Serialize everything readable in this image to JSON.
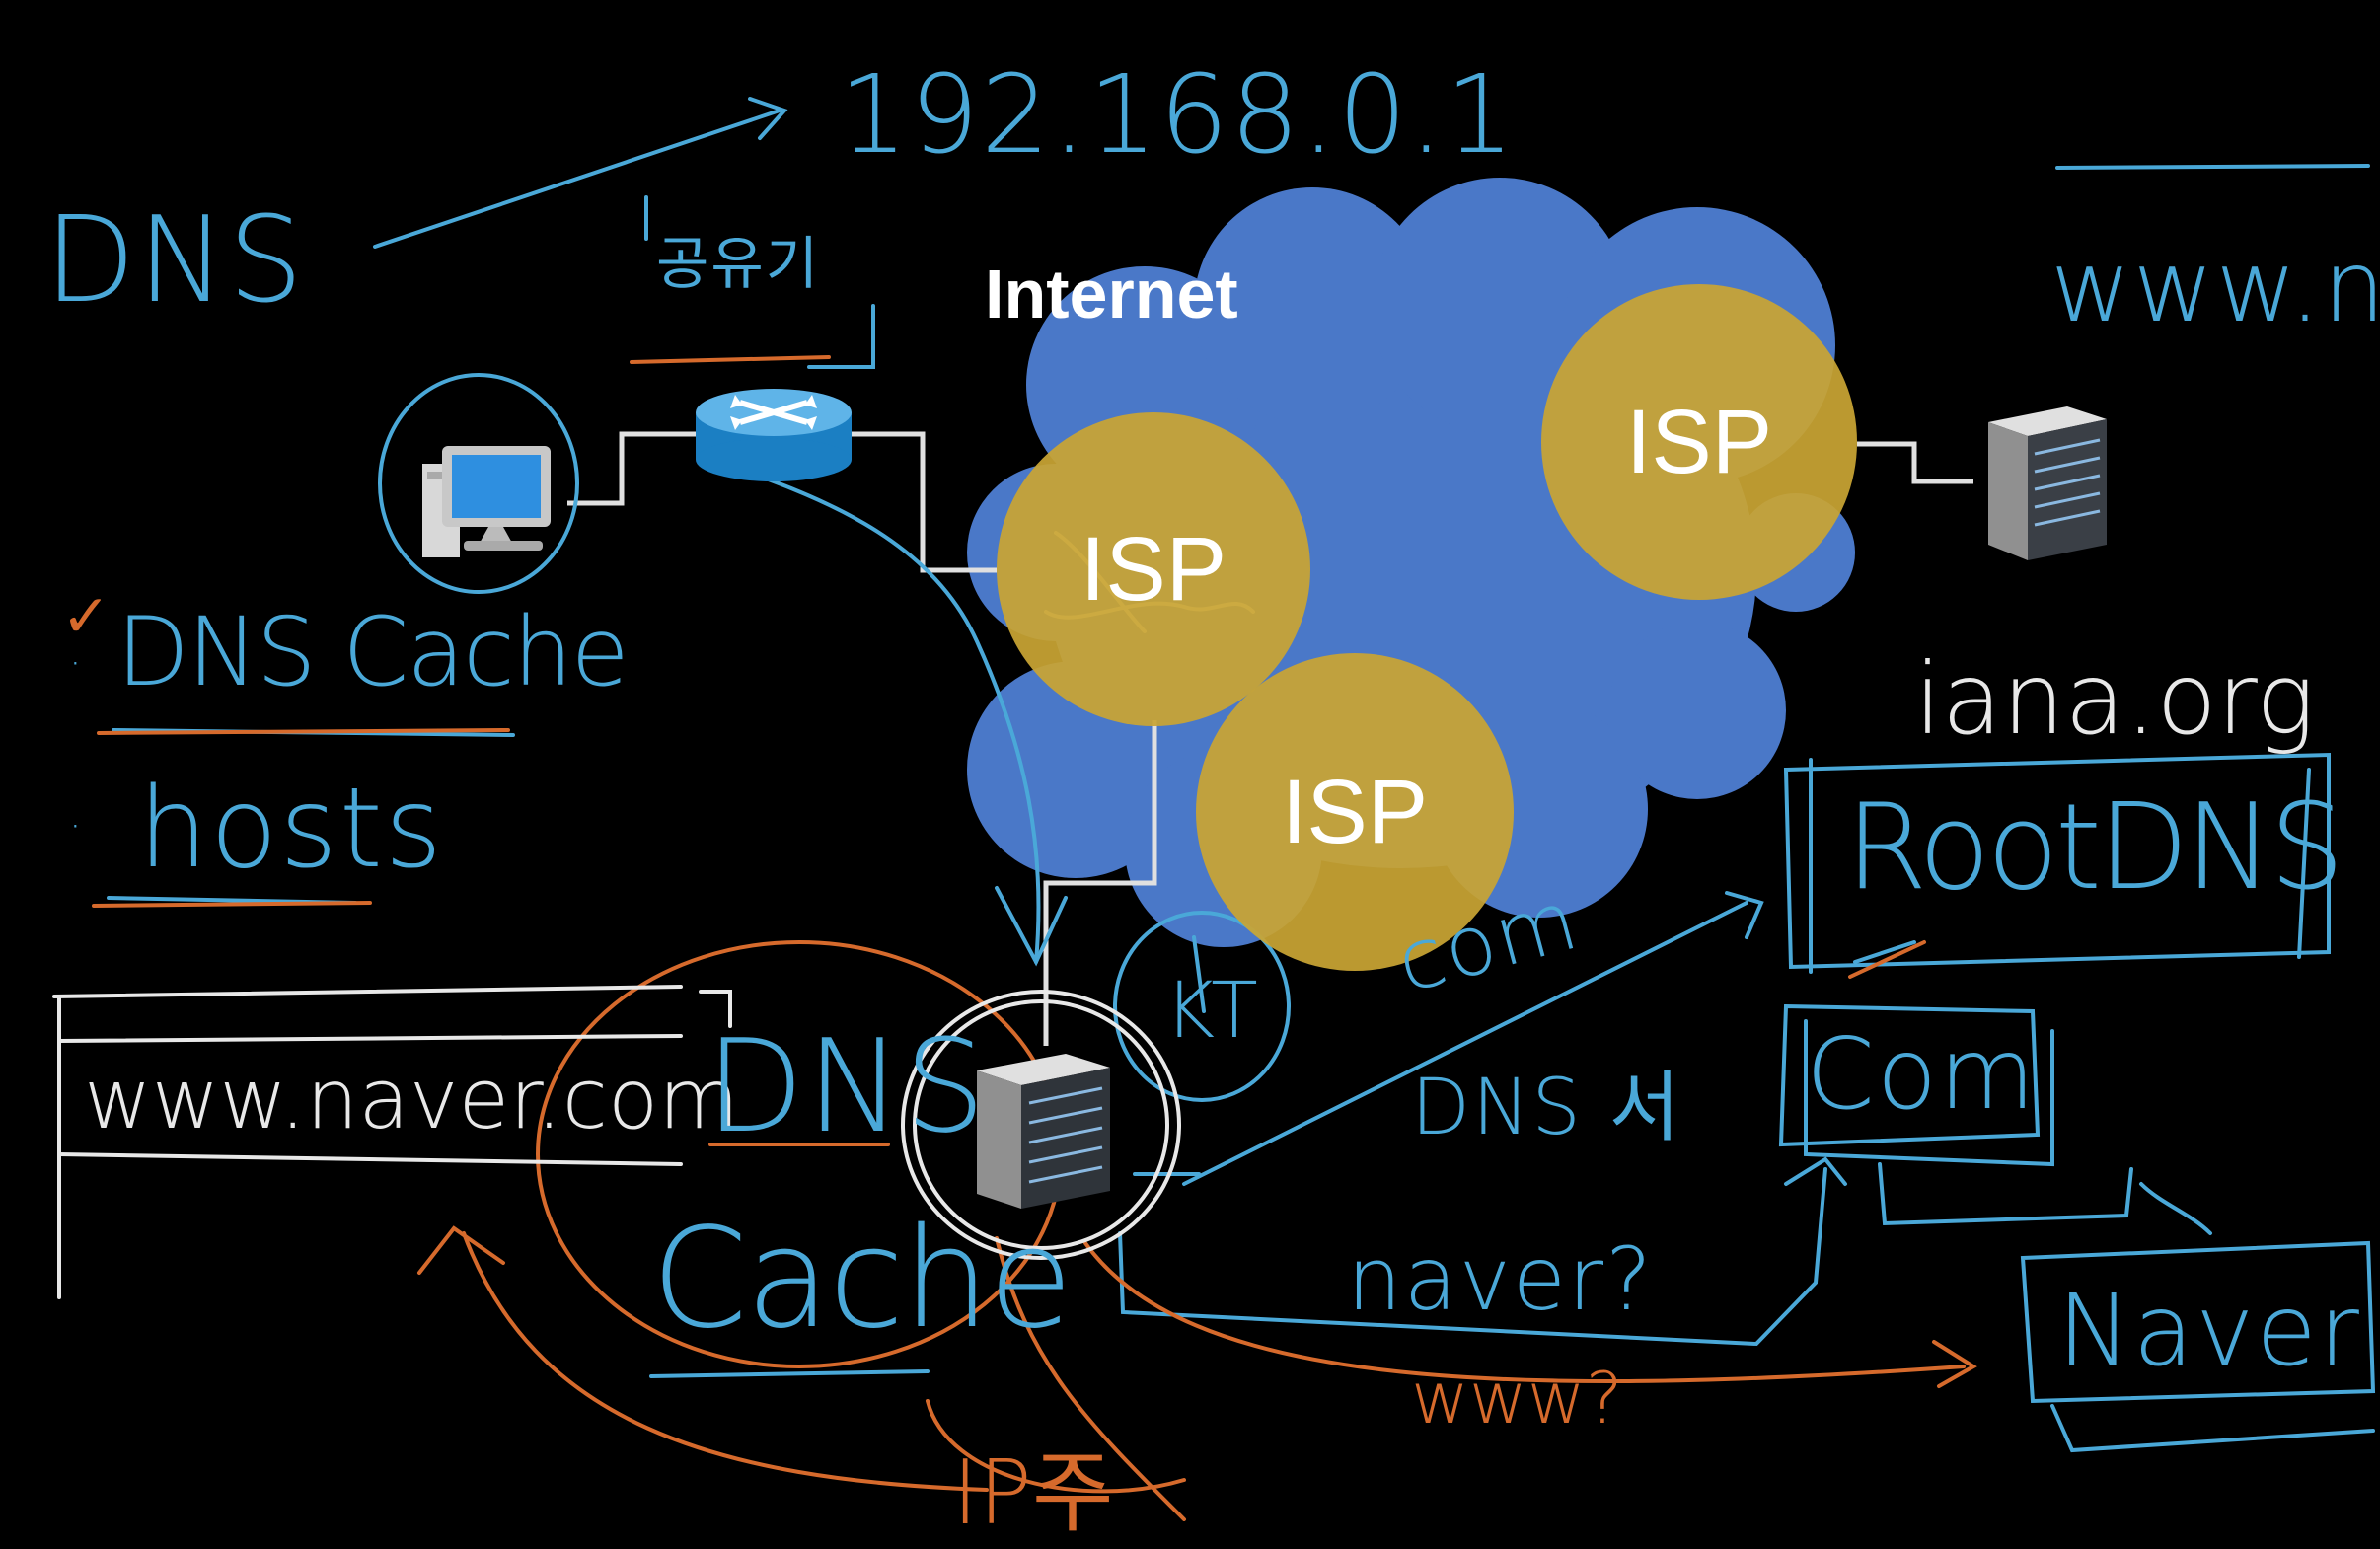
{
  "diagram": {
    "title": "Internet",
    "isp_label": "ISP",
    "colors": {
      "background": "#000000",
      "cloud": "#4a78c8",
      "isp": "#c9a534",
      "pen_blue": "#4aa8d8",
      "pen_orange": "#d66a2c",
      "pen_white": "#e8e8e8",
      "link_line": "#e0e0e0"
    }
  },
  "annotations": {
    "ip_address": "192.168.0.1",
    "dns": "DNS",
    "router_note": "공유기",
    "dns_cache": "DNS Cache",
    "hosts": "hosts",
    "url_top_right": "www.n",
    "iana": "iana.org",
    "root_dns": "RootDNS",
    "com_box": "Com",
    "com_note": "com",
    "dns_server_note": "DNS 서",
    "kt": "KT",
    "naver_query": "naver?",
    "www_query": "www?",
    "naver_box": "Naver",
    "url_bar": "www.naver.com",
    "dns_cache_big_1": "DNS",
    "dns_cache_big_2": "Cache",
    "bottom_note": "IP주"
  }
}
